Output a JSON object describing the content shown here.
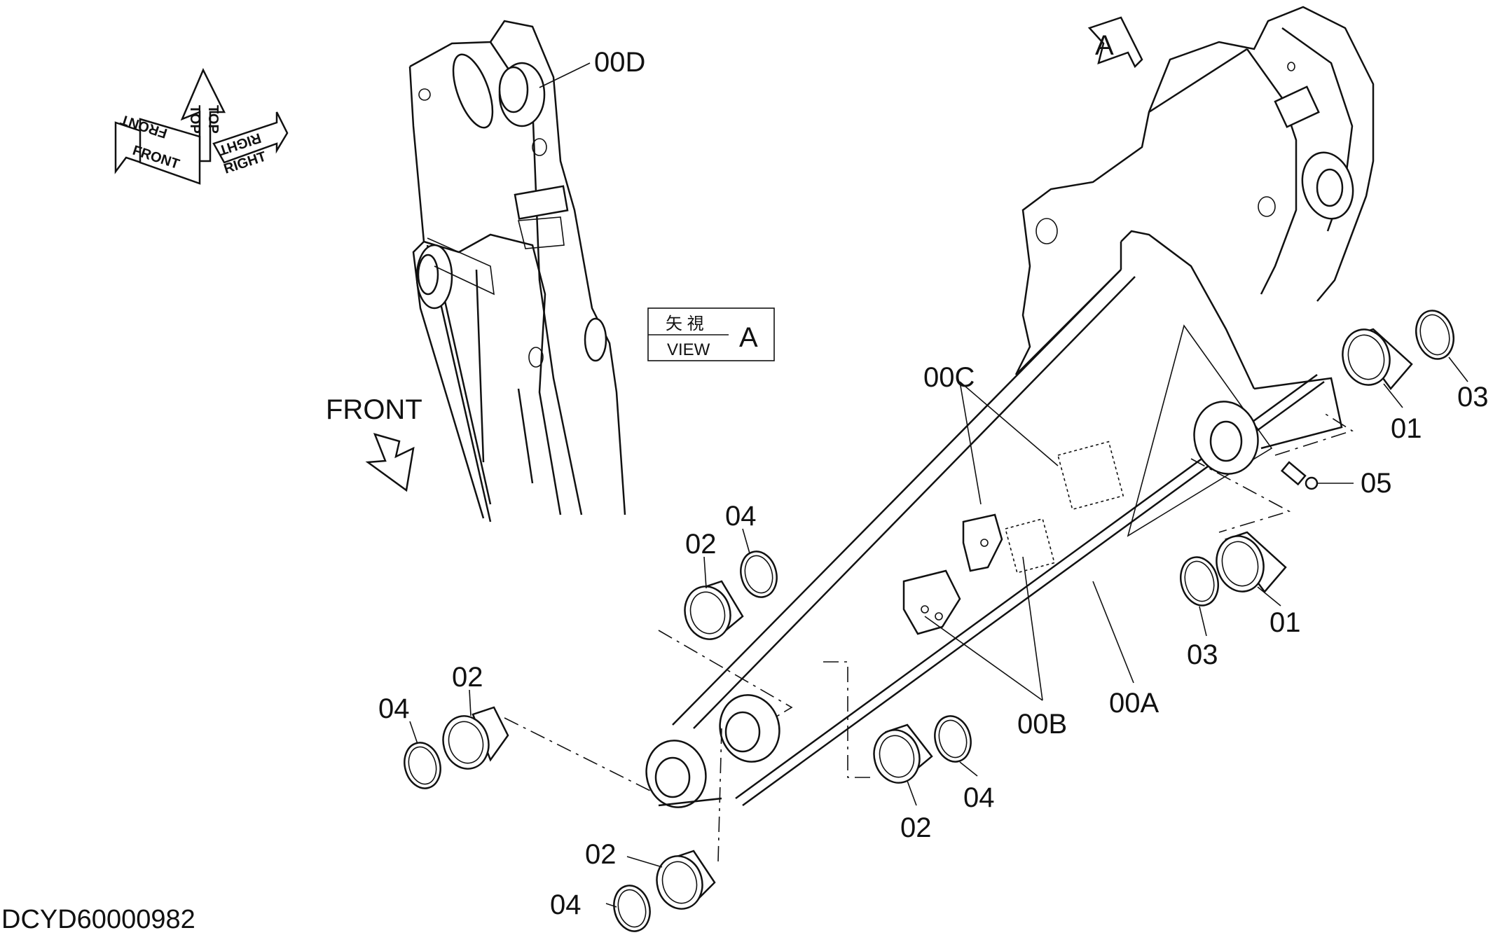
{
  "orientation": {
    "front": "FRONT",
    "top": "TOP",
    "right": "RIGHT"
  },
  "view_arrow": {
    "letter": "A"
  },
  "view_box": {
    "kanji": "矢 視",
    "view": "VIEW",
    "letter": "A"
  },
  "front_label": "FRONT",
  "callouts": {
    "c00D": "00D",
    "c00C": "00C",
    "c00B": "00B",
    "c00A": "00A",
    "c01": "01",
    "c02": "02",
    "c03": "03",
    "c04": "04",
    "c05": "05"
  },
  "drawing_code": "DCYD60000982"
}
